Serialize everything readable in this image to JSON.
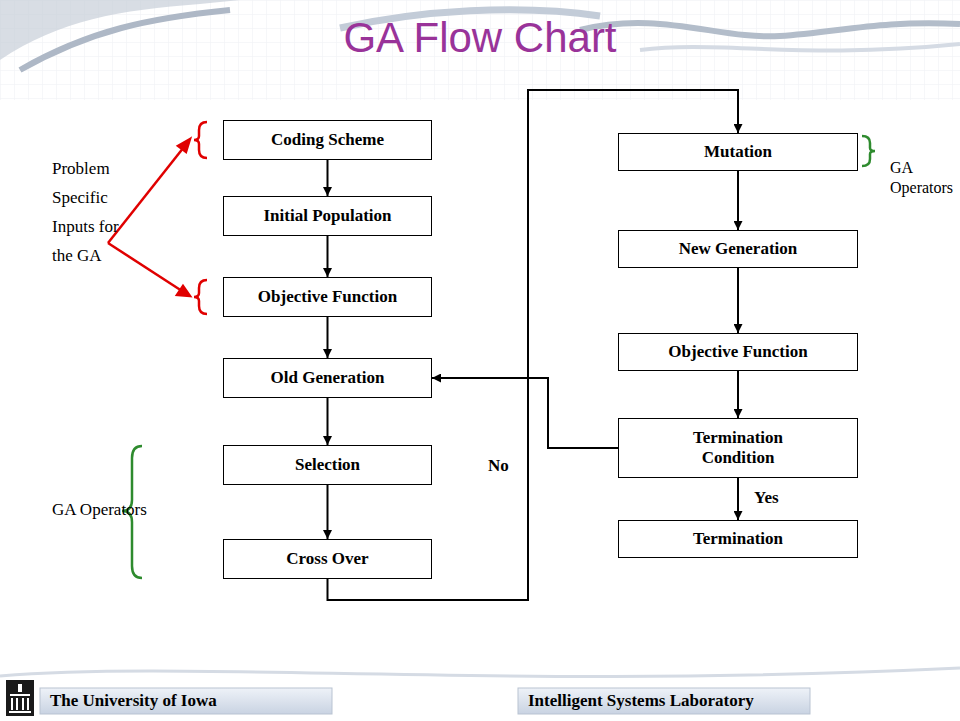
{
  "diagram": {
    "title": "GA Flow Chart",
    "nodes": [
      {
        "text": [
          "Coding Scheme"
        ]
      },
      {
        "text": [
          "Initial Population"
        ]
      },
      {
        "text": [
          "Objective Function"
        ]
      },
      {
        "text": [
          "Old Generation"
        ]
      },
      {
        "text": [
          "Selection"
        ]
      },
      {
        "text": [
          "Cross Over"
        ]
      },
      {
        "text": [
          "Mutation"
        ]
      },
      {
        "text": [
          "New Generation"
        ]
      },
      {
        "text": [
          "Objective Function"
        ]
      },
      {
        "text": [
          "Termination Condition"
        ]
      },
      {
        "text": [
          "Termination"
        ]
      }
    ],
    "edges": [
      {
        "from": 0,
        "to": 1,
        "arrow": "to"
      },
      {
        "from": 1,
        "to": 2,
        "arrow": "to"
      },
      {
        "from": 2,
        "to": 3,
        "arrow": "to"
      },
      {
        "from": 3,
        "to": 4,
        "arrow": "to"
      },
      {
        "from": 4,
        "to": 5,
        "arrow": "to"
      },
      {
        "from": 5,
        "to": 6,
        "arrow": "to"
      },
      {
        "from": 6,
        "to": 7,
        "arrow": "to"
      },
      {
        "from": 7,
        "to": 8,
        "arrow": "to"
      },
      {
        "from": 8,
        "to": 9,
        "arrow": "to"
      },
      {
        "from": 9,
        "to": 10,
        "label": "Yes",
        "arrow": "to"
      },
      {
        "from": 9,
        "to": 3,
        "label": "No",
        "arrow": "to"
      }
    ],
    "labels": [
      "Problem Specific Inputs for the GA",
      "GA Operators",
      "GA Operators",
      "The University of Iowa",
      "Intelligent Systems Laboratory"
    ]
  }
}
